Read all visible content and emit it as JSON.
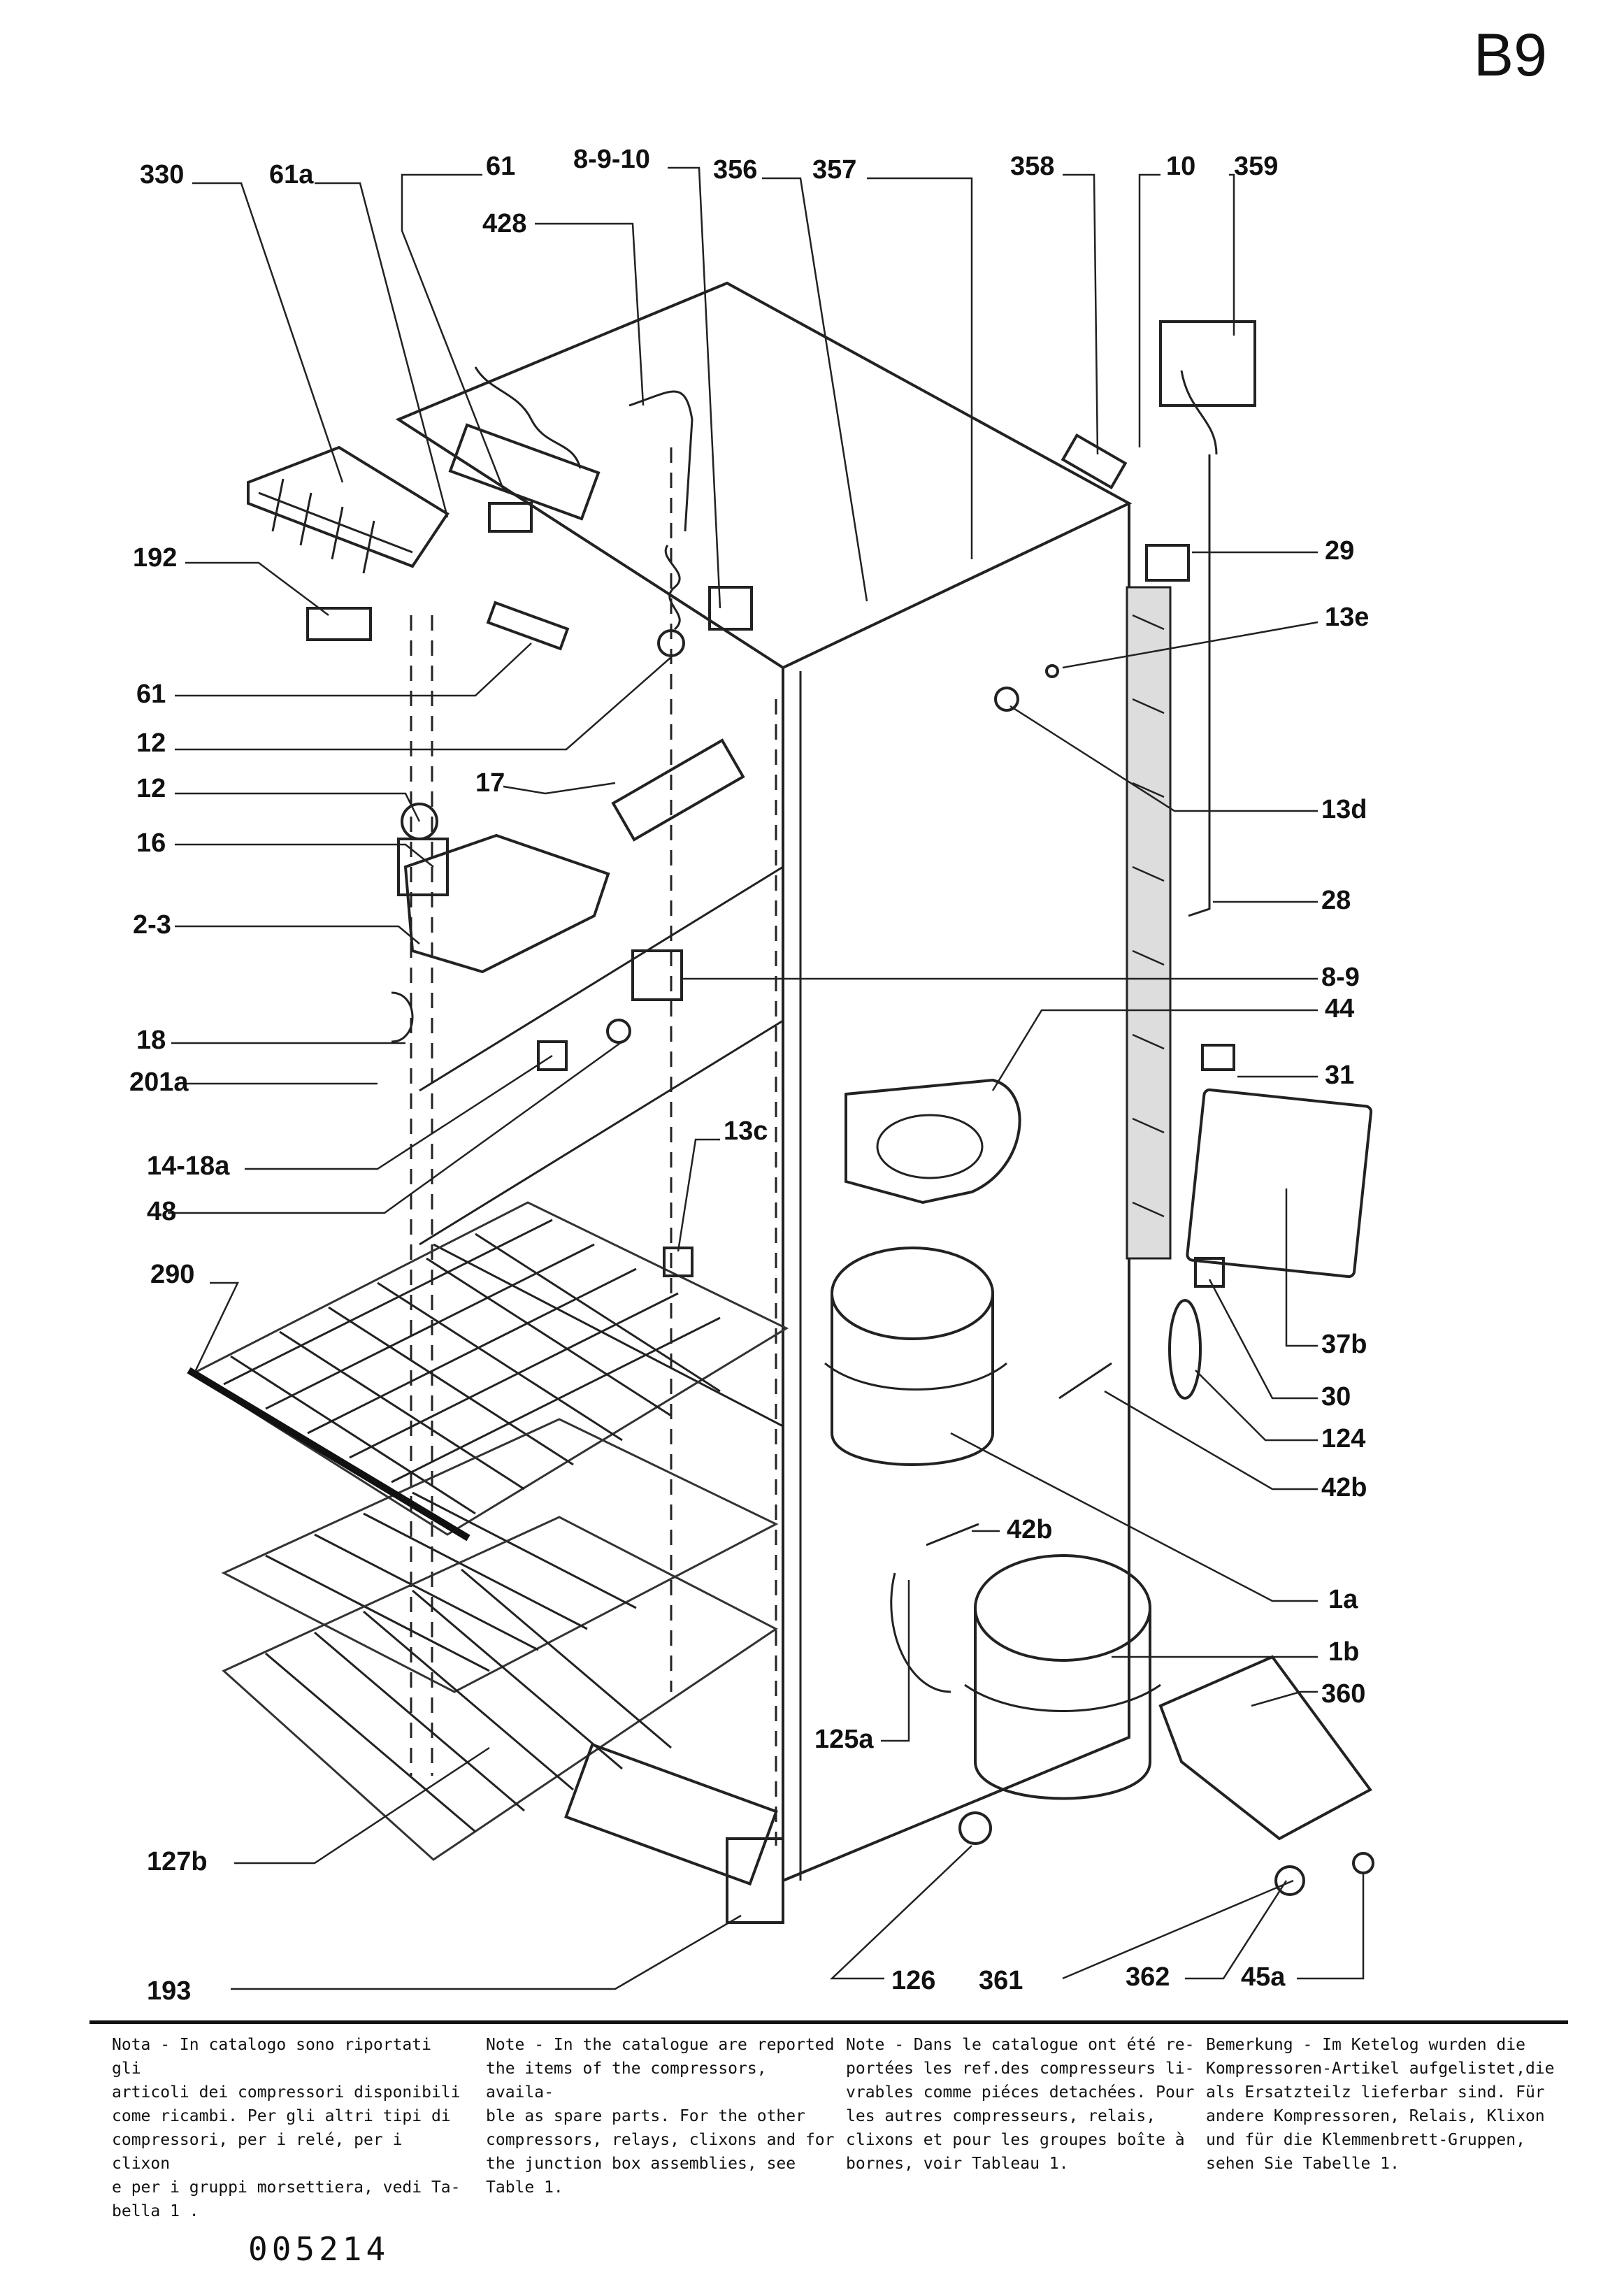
{
  "sheet_id": "B9",
  "callouts": {
    "c330": "330",
    "c61a": "61a",
    "c61top": "61",
    "c8910": "8-9-10",
    "c356": "356",
    "c357": "357",
    "c358": "358",
    "c10": "10",
    "c359": "359",
    "c428": "428",
    "c192": "192",
    "c29": "29",
    "c13e": "13e",
    "c61": "61",
    "c12a": "12",
    "c12b": "12",
    "c17": "17",
    "c13d": "13d",
    "c16": "16",
    "c28": "28",
    "c23": "2-3",
    "c89": "8-9",
    "c44": "44",
    "c18": "18",
    "c31": "31",
    "c201a": "201a",
    "c1418a": "14-18a",
    "c48": "48",
    "c13c": "13c",
    "c37b": "37b",
    "c290": "290",
    "c30": "30",
    "c124": "124",
    "c42b_right": "42b",
    "c42b_mid": "42b",
    "c1a": "1a",
    "c1b": "1b",
    "c360": "360",
    "c125a": "125a",
    "c127b": "127b",
    "c193": "193",
    "c126": "126",
    "c361": "361",
    "c362": "362",
    "c45a": "45a"
  },
  "notes": {
    "italian": "Nota - In catalogo sono riportati gli\narticoli dei compressori disponibili\ncome ricambi. Per gli altri tipi di\ncompressori, per i relé, per i clixon\ne per i gruppi morsettiera, vedi Ta-\nbella 1 .",
    "english": "Note - In the catalogue are reported\nthe items of the compressors, availa-\nble as spare parts. For the other\ncompressors, relays, clixons and for\nthe junction box assemblies, see\nTable  1.",
    "french": "Note - Dans le catalogue ont été re-\nportées les ref.des compresseurs li-\nvrables comme piéces detachées. Pour\nles autres compresseurs, relais,\nclixons et pour les groupes boîte à\nbornes, voir Tableau 1.",
    "german": "Bemerkung - Im Ketelog wurden die\nKompressoren-Artikel aufgelistet,die\nals Ersatzteilz lieferbar sind. Für\nandere Kompressoren, Relais, Klixon\nund für die Klemmenbrett-Gruppen,\nsehen Sie Tabelle 1."
  },
  "document_number": "005214"
}
